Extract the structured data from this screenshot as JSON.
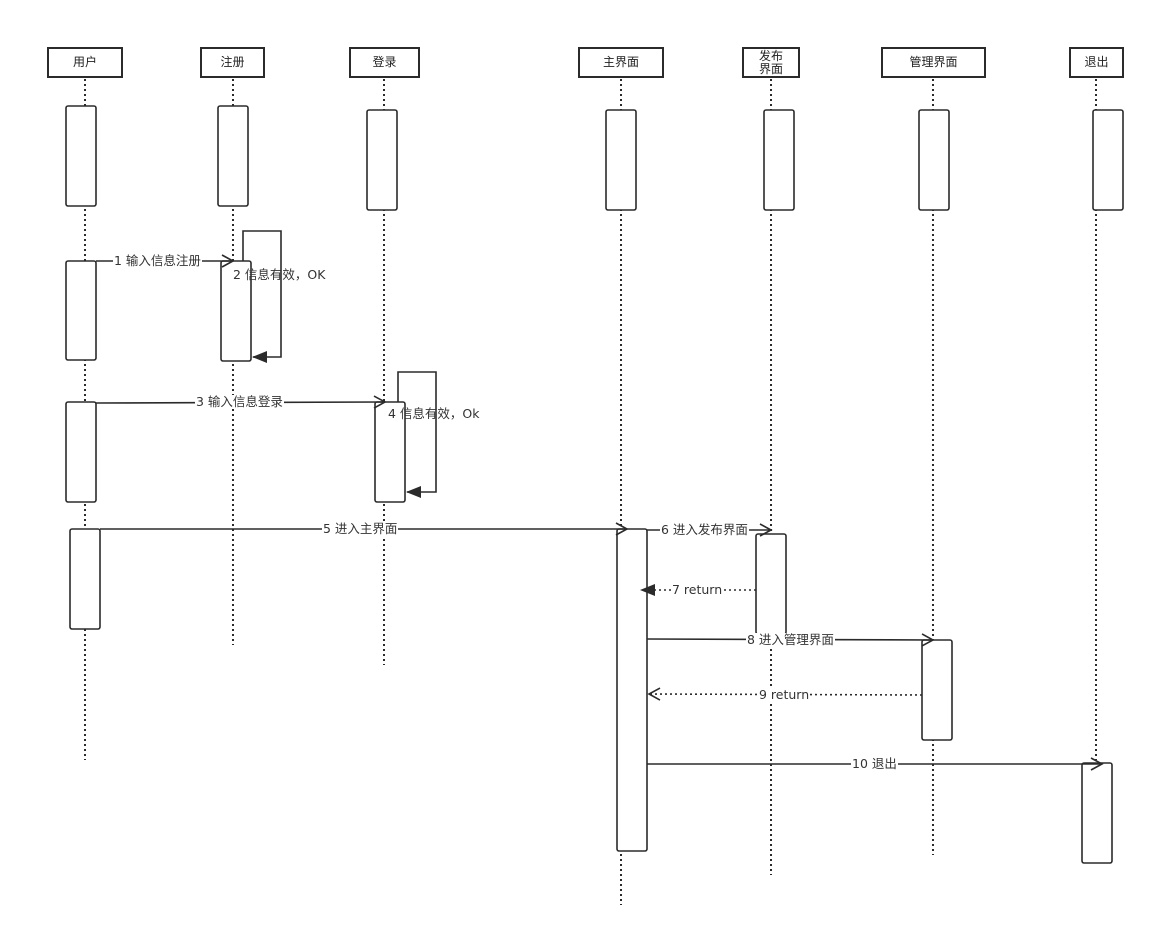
{
  "lifelines": [
    {
      "id": "user",
      "label": "用户"
    },
    {
      "id": "register",
      "label": "注册"
    },
    {
      "id": "login",
      "label": "登录"
    },
    {
      "id": "main",
      "label": "主界面"
    },
    {
      "id": "publish",
      "label": "发布\n界面"
    },
    {
      "id": "manage",
      "label": "管理界面"
    },
    {
      "id": "exit",
      "label": "退出"
    }
  ],
  "messages": [
    {
      "label": "1 输入信息注册",
      "type": "sync"
    },
    {
      "label": "2 信息有效，OK",
      "type": "self"
    },
    {
      "label": "3 输入信息登录",
      "type": "sync"
    },
    {
      "label": "4 信息有效，Ok",
      "type": "self"
    },
    {
      "label": "5 进入主界面",
      "type": "sync"
    },
    {
      "label": "6 进入发布界面",
      "type": "sync"
    },
    {
      "label": "7 return",
      "type": "return"
    },
    {
      "label": "8 进入管理界面",
      "type": "sync"
    },
    {
      "label": "9 return",
      "type": "return"
    },
    {
      "label": "10 退出",
      "type": "sync"
    }
  ]
}
